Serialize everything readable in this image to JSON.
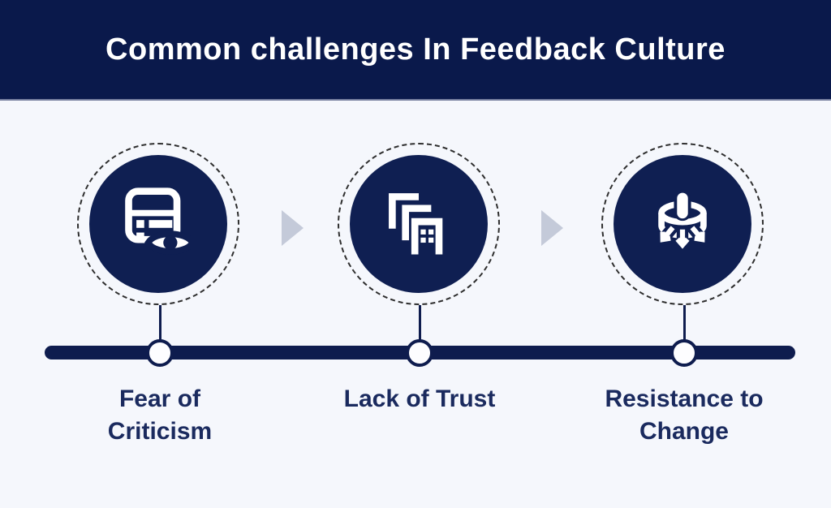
{
  "title": "Common challenges In Feedback Culture",
  "steps": [
    {
      "label": "Fear of Criticism",
      "icon": "document-review-eye-icon"
    },
    {
      "label": "Lack of Trust",
      "icon": "stacked-buildings-icon"
    },
    {
      "label": "Resistance to Change",
      "icon": "plunger-pressure-icon"
    }
  ],
  "connectors": {
    "arrow_icon": "right-triangle-arrow-icon"
  },
  "colors": {
    "header_bg": "#0a194b",
    "body_bg": "#f5f7fc",
    "circle_fill": "#0f1f52",
    "timeline_navy": "#0e1c4e",
    "label_text": "#1a2a5e",
    "arrow_gray": "#c4cad9",
    "dashed_ring": "#2e2e2e",
    "node_fill": "#fdfdff",
    "icon_white": "#ffffff"
  }
}
